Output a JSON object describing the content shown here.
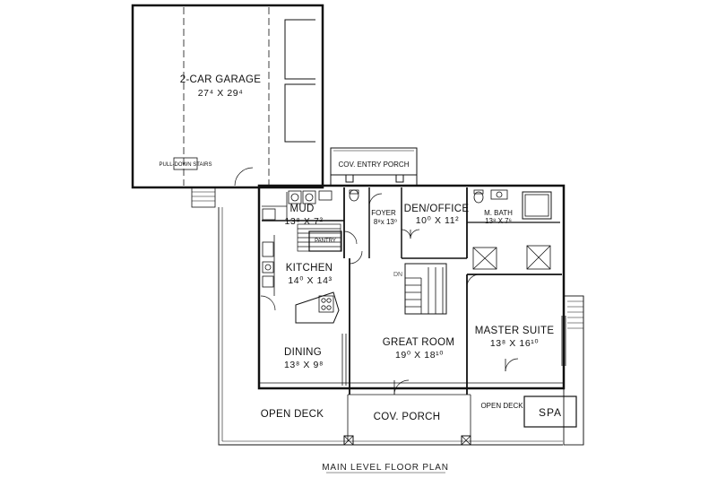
{
  "plan": {
    "title": "MAIN LEVEL FLOOR PLAN",
    "rooms": {
      "garage": {
        "name": "2-CAR GARAGE",
        "dims": "27⁴ X 29⁴",
        "note": "PULL-DOWN STAIRS"
      },
      "entry_porch": {
        "name": "COV. ENTRY PORCH"
      },
      "mud": {
        "name": "MUD",
        "dims": "13⁸ X 7²"
      },
      "foyer": {
        "name": "FOYER",
        "dims": "8⁸x 13⁰"
      },
      "den": {
        "name": "DEN/OFFICE",
        "dims": "10⁰ X 11²"
      },
      "mbath": {
        "name": "M. BATH",
        "dims": "13⁸ X 7⁶"
      },
      "pantry": {
        "name": "PANTRY"
      },
      "kitchen": {
        "name": "KITCHEN",
        "dims": "14⁰ X 14³"
      },
      "dining": {
        "name": "DINING",
        "dims": "13⁸ X 9⁸"
      },
      "great": {
        "name": "GREAT ROOM",
        "dims": "19⁰ X 18¹⁰"
      },
      "master": {
        "name": "MASTER SUITE",
        "dims": "13⁸ X 16¹⁰"
      },
      "open_deck_left": {
        "name": "OPEN DECK"
      },
      "cov_porch": {
        "name": "COV. PORCH"
      },
      "open_deck_right": {
        "name": "OPEN DECK"
      },
      "spa": {
        "name": "SPA"
      }
    },
    "stair_label": "DN"
  }
}
